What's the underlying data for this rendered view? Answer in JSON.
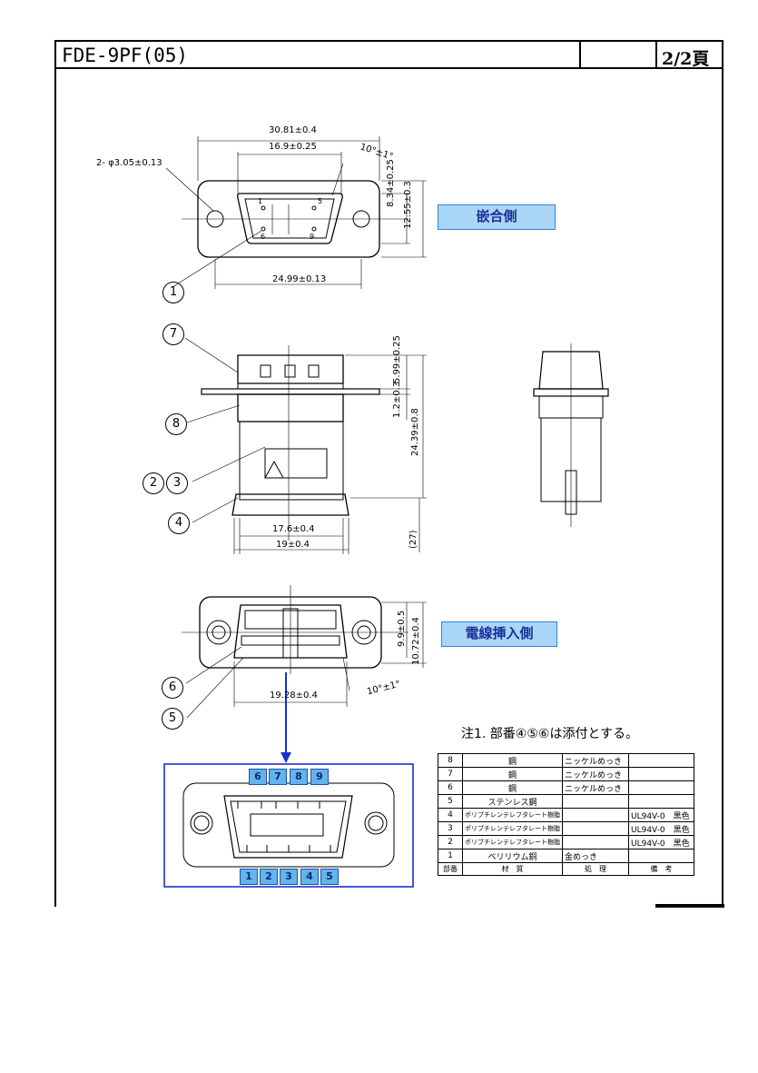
{
  "header": {
    "title": "FDE-9PF(05)",
    "page": "2/2頁"
  },
  "labels": {
    "mating_side": "嵌合側",
    "wire_side": "電線挿入側"
  },
  "dimensions": {
    "d1": "30.81±0.4",
    "d2": "16.9±0.25",
    "d3": "10°±1°",
    "d4": "2- φ3.05±0.13",
    "d5": "8.34±0.25",
    "d6": "12.55±0.3",
    "d7": "24.99±0.13",
    "d8": "5.99±0.25",
    "d9": "1.2±0.3",
    "d10": "24.39±0.8",
    "d11": "17.6±0.4",
    "d12": "19±0.4",
    "d13": "(27)",
    "d14": "9.9±0.5",
    "d15": "10.72±0.4",
    "d16": "19.28±0.4",
    "d17": "10°±1°"
  },
  "balloons": [
    "1",
    "7",
    "8",
    "2",
    "3",
    "4",
    "6",
    "5"
  ],
  "pin_labels": {
    "top_small": [
      "1",
      "5",
      "6",
      "9"
    ],
    "wire_top": [
      "6",
      "7",
      "8",
      "9"
    ],
    "wire_bottom": [
      "1",
      "2",
      "3",
      "4",
      "5"
    ]
  },
  "note": "注1. 部番④⑤⑥は添付とする。",
  "parts_table": {
    "rows": [
      {
        "no": "8",
        "material": "鋼",
        "finish": "ニッケルめっき",
        "remarks": ""
      },
      {
        "no": "7",
        "material": "鋼",
        "finish": "ニッケルめっき",
        "remarks": ""
      },
      {
        "no": "6",
        "material": "鋼",
        "finish": "ニッケルめっき",
        "remarks": ""
      },
      {
        "no": "5",
        "material": "ステンレス鋼",
        "finish": "",
        "remarks": ""
      },
      {
        "no": "4",
        "material": "ポリブチレンテレフタレート樹脂",
        "finish": "",
        "remarks": "UL94V-0　黒色"
      },
      {
        "no": "3",
        "material": "ポリブチレンテレフタレート樹脂",
        "finish": "",
        "remarks": "UL94V-0　黒色"
      },
      {
        "no": "2",
        "material": "ポリブチレンテレフタレート樹脂",
        "finish": "",
        "remarks": "UL94V-0　黒色"
      },
      {
        "no": "1",
        "material": "ベリリウム銅",
        "finish": "金めっき",
        "remarks": ""
      }
    ],
    "headers": [
      "部番",
      "材　質",
      "処　理",
      "備　考"
    ]
  }
}
